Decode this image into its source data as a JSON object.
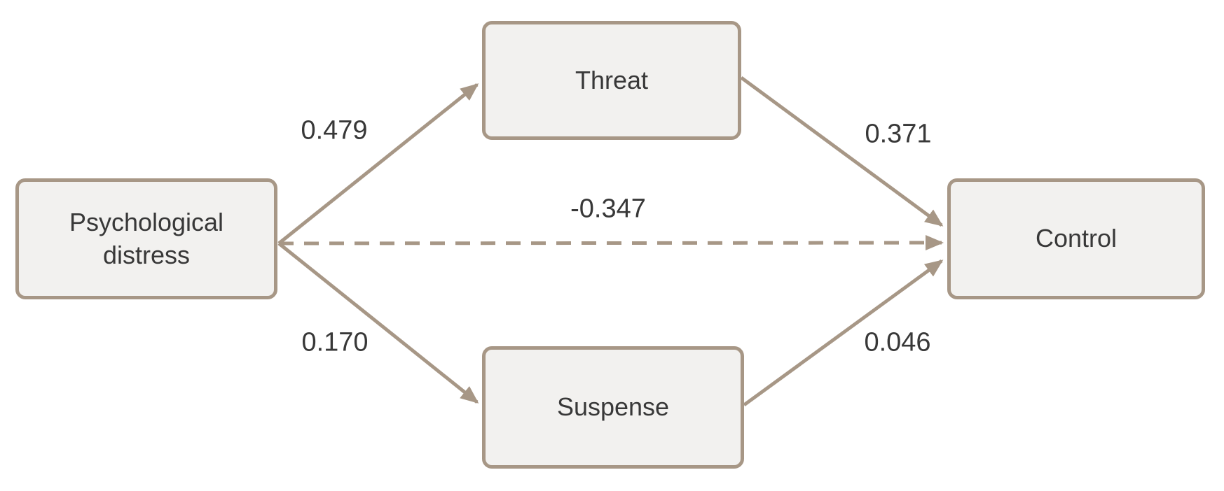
{
  "diagram": {
    "kind": "mediation-path-diagram",
    "nodes": [
      {
        "id": "psychological-distress",
        "label": "Psychological distress",
        "role": "predictor"
      },
      {
        "id": "threat",
        "label": "Threat",
        "role": "mediator"
      },
      {
        "id": "suspense",
        "label": "Suspense",
        "role": "mediator"
      },
      {
        "id": "control",
        "label": "Control",
        "role": "outcome"
      }
    ],
    "edges": [
      {
        "from": "Psychological distress",
        "to": "Threat",
        "value": "0.479",
        "style": "solid"
      },
      {
        "from": "Threat",
        "to": "Control",
        "value": "0.371",
        "style": "solid"
      },
      {
        "from": "Psychological distress",
        "to": "Control",
        "value": "-0.347",
        "style": "dashed"
      },
      {
        "from": "Psychological distress",
        "to": "Suspense",
        "value": "0.170",
        "style": "solid"
      },
      {
        "from": "Suspense",
        "to": "Control",
        "value": "0.046",
        "style": "solid"
      }
    ],
    "colors": {
      "line": "#a79786",
      "node_fill": "#f2f1ef",
      "node_border": "#a79786",
      "text": "#383838",
      "background": "#ffffff"
    }
  }
}
